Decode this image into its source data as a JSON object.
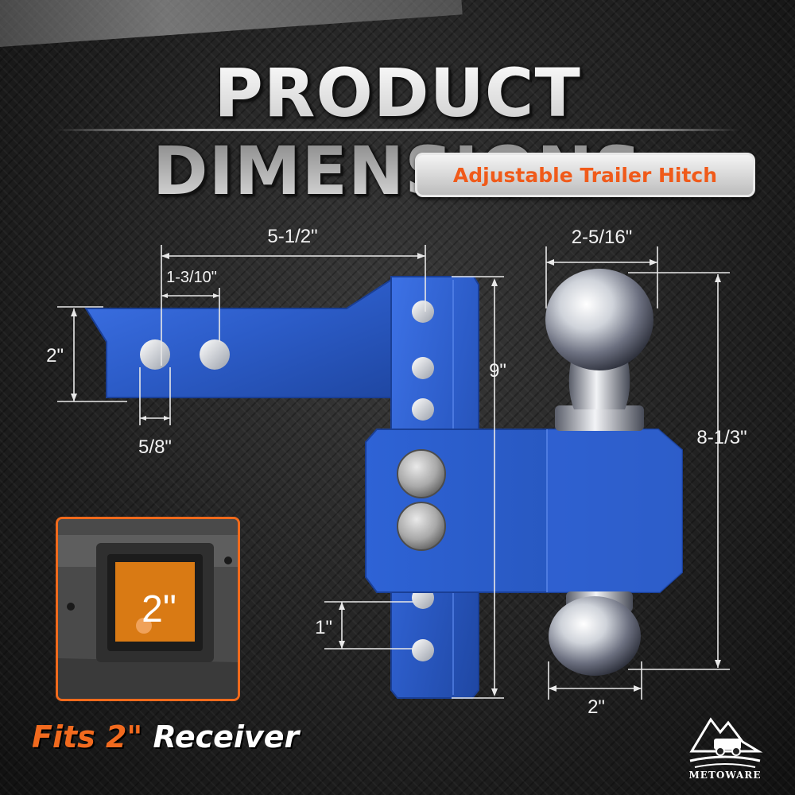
{
  "title": "PRODUCT DIMENSIONS",
  "subtitle": "Adjustable Trailer Hitch",
  "dimensions": {
    "shank_length": "5-1/2\"",
    "hole_spacing": "1-3/10\"",
    "shank_height": "2\"",
    "pin_hole": "5/8\"",
    "drop_height": "9\"",
    "hole_pitch": "1\"",
    "ball_large": "2-5/16\"",
    "ball_small": "2\"",
    "overall_height": "8-1/3\""
  },
  "inset": {
    "receiver_size": "2\""
  },
  "tagline": {
    "highlight": "Fits 2\"",
    "rest": " Receiver"
  },
  "brand": "METOWARE",
  "colors": {
    "hitch_blue": "#2f5fd0",
    "accent_orange": "#f26a1e",
    "chrome": "#d9dce2"
  },
  "icons": [
    "truck-mountain-logo-icon"
  ]
}
